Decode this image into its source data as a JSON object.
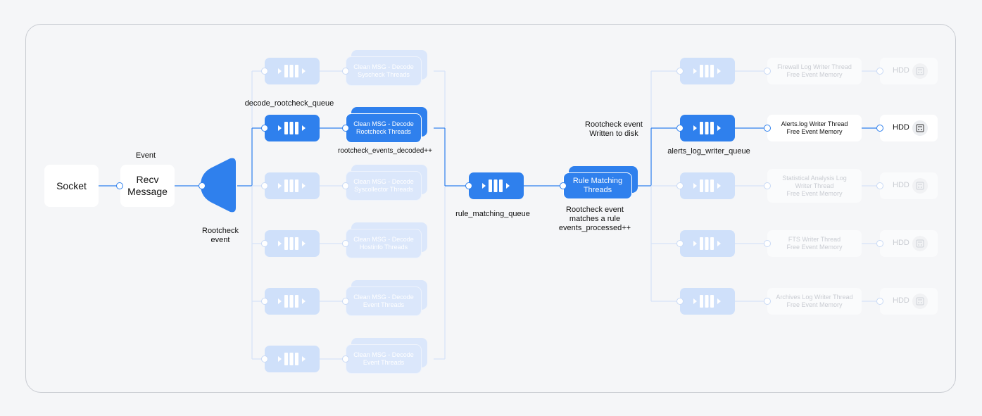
{
  "nodes": {
    "socket": "Socket",
    "recv_message": "Recv\nMessage",
    "event_label": "Event",
    "rootcheck_event_label": "Rootcheck\nevent"
  },
  "decode_branches": [
    {
      "thread": "Clean MSG - Decode Syscheck Threads",
      "active": false
    },
    {
      "thread": "Clean MSG - Decode Rootcheck Threads",
      "active": true
    },
    {
      "thread": "Clean MSG - Decode Syscollector Threads",
      "active": false
    },
    {
      "thread": "Clean MSG - Decode Hostinfo Threads",
      "active": false
    },
    {
      "thread": "Clean MSG - Decode Event Threads",
      "active": false
    },
    {
      "thread": "Clean MSG - Decode Event Threads",
      "active": false
    }
  ],
  "labels": {
    "decode_rootcheck_queue": "decode_rootcheck_queue",
    "rootcheck_events_decoded": "rootcheck_events_decoded++",
    "rule_matching_queue": "rule_matching_queue",
    "rule_matching_threads": "Rule Matching Threads",
    "rootcheck_matches": "Rootcheck event\nmatches a rule\nevents_processed++",
    "rootcheck_written": "Rootcheck event\nWritten to disk",
    "alerts_log_writer_queue": "alerts_log_writer_queue"
  },
  "writer_branches": [
    {
      "writer": "Firewall Log Writer Thread\nFree Event Memory",
      "hdd": "HDD",
      "active": false
    },
    {
      "writer": "Alerts.log Writer Thread\nFree Event Memory",
      "hdd": "HDD",
      "active": true
    },
    {
      "writer": "Statistical Analysis Log\nWriter Thread\nFree Event Memory",
      "hdd": "HDD",
      "active": false
    },
    {
      "writer": "FTS Writer Thread\nFree Event Memory",
      "hdd": "HDD",
      "active": false
    },
    {
      "writer": "Archives Log Writer Thread\nFree Event Memory",
      "hdd": "HDD",
      "active": false
    }
  ],
  "colors": {
    "accent": "#2f80ed",
    "faint_accent": "#cfe0fa",
    "frame_border": "#c9ccd2"
  },
  "icons": {
    "queue": "queue-icon",
    "disk": "disk-icon"
  }
}
